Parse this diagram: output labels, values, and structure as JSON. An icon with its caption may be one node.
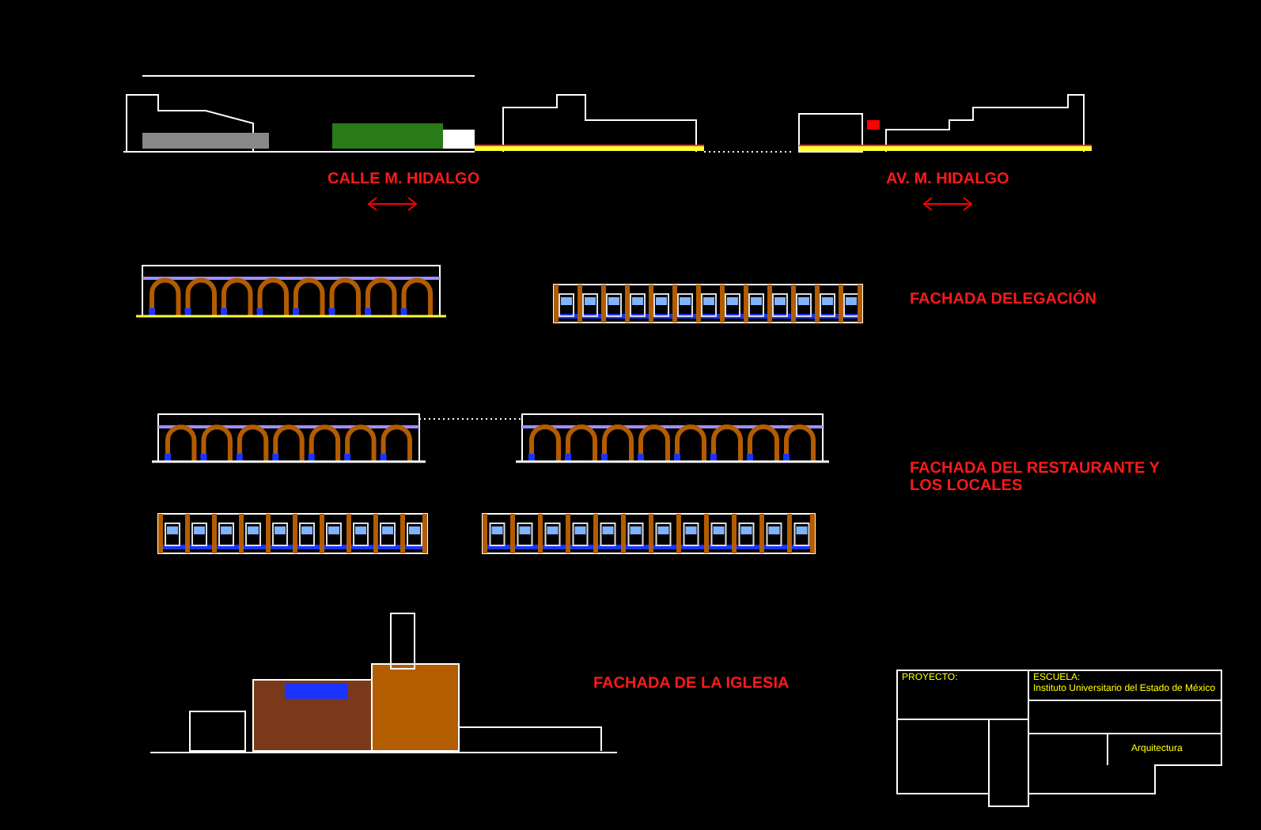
{
  "diagram": {
    "labels": [
      "CALLE M. HIDALGO",
      "AV. M. HIDALGO",
      "FACHADA DELEGACIÓN",
      "FACHADA DEL RESTAURANTE Y LOS LOCALES",
      "FACHADA DE LA IGLESIA",
      "PROYECTO:",
      "ESCUELA:",
      "Instituto Universitario del Estado de México",
      "Arquitectura"
    ]
  }
}
